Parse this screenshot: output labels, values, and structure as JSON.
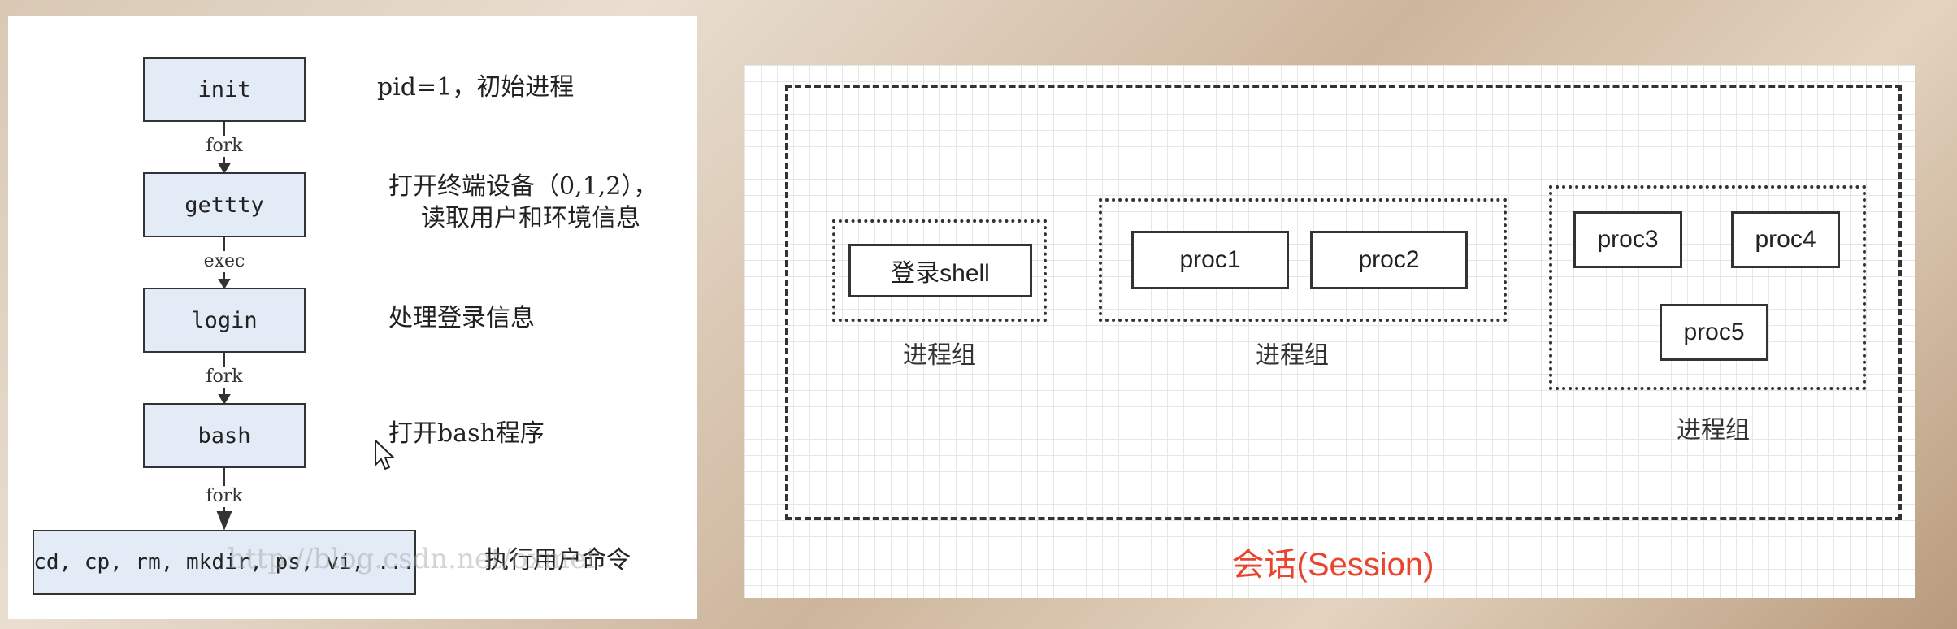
{
  "left_diagram": {
    "nodes": {
      "init": "init",
      "getty": "gettty",
      "login": "login",
      "bash": "bash",
      "cmds": "cd, cp, rm, mkdir, ps, vi, ..."
    },
    "edges": {
      "e1": "fork",
      "e2": "exec",
      "e3": "fork",
      "e4": "fork"
    },
    "descriptions": {
      "init": "pid=1，初始进程",
      "getty_line1": "打开终端设备（0,1,2），",
      "getty_line2": "读取用户和环境信息",
      "login": "处理登录信息",
      "bash": "打开bash程序",
      "cmds": "执行用户命令"
    },
    "watermark": "http://blog.csdn.net/oxmei"
  },
  "right_diagram": {
    "groups": [
      {
        "processes": [
          "登录shell"
        ],
        "label": "进程组"
      },
      {
        "processes": [
          "proc1",
          "proc2"
        ],
        "label": "进程组"
      },
      {
        "processes": [
          "proc3",
          "proc4",
          "proc5"
        ],
        "label": "进程组"
      }
    ],
    "session_label": "会话(Session)"
  },
  "colors": {
    "node_fill": "#e3ebf6",
    "session_label": "#e8442e"
  }
}
